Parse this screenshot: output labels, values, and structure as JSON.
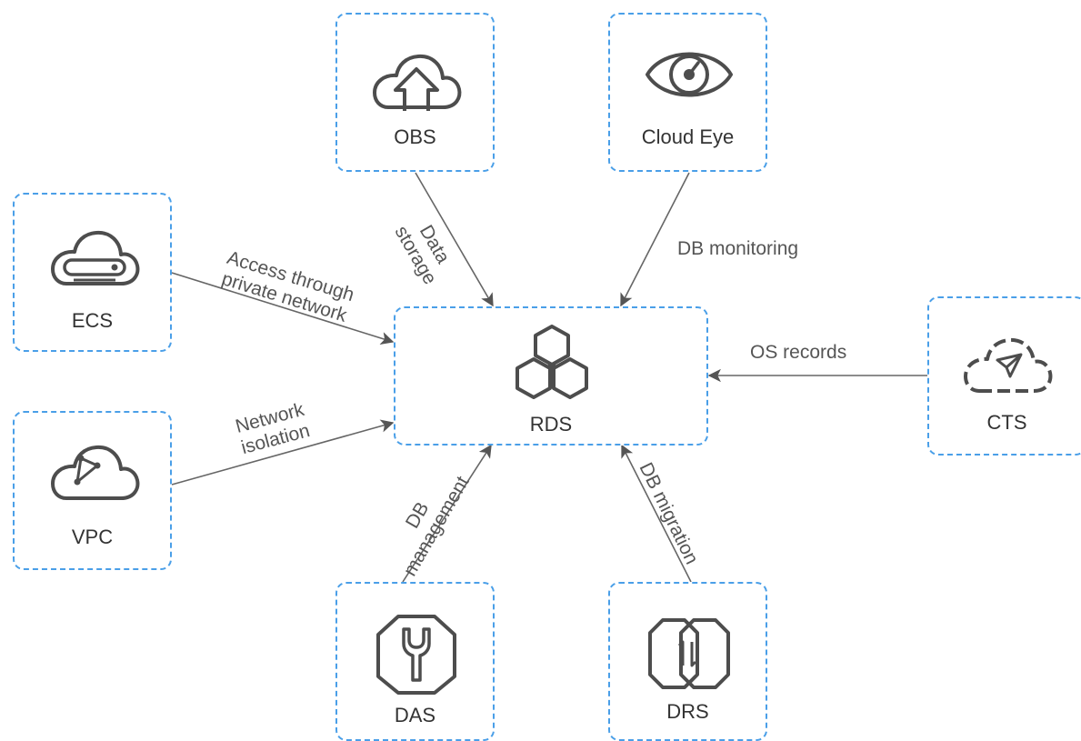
{
  "nodes": {
    "obs": {
      "label": "OBS",
      "icon": "cloud-upload-icon"
    },
    "cloud_eye": {
      "label": "Cloud Eye",
      "icon": "eye-icon"
    },
    "ecs": {
      "label": "ECS",
      "icon": "cloud-server-icon"
    },
    "rds": {
      "label": "RDS",
      "icon": "hexagon-cluster-icon"
    },
    "cts": {
      "label": "CTS",
      "icon": "cloud-send-icon"
    },
    "vpc": {
      "label": "VPC",
      "icon": "cloud-network-icon"
    },
    "das": {
      "label": "DAS",
      "icon": "wrench-icon"
    },
    "drs": {
      "label": "DRS",
      "icon": "migration-icon"
    }
  },
  "edges": {
    "obs_rds": {
      "line1": "Data",
      "line2": "storage"
    },
    "cloud_eye_rds": {
      "line1": "DB monitoring"
    },
    "ecs_rds": {
      "line1": "Access through",
      "line2": "private network"
    },
    "cts_rds": {
      "line1": "OS records"
    },
    "vpc_rds": {
      "line1": "Network",
      "line2": "isolation"
    },
    "das_rds": {
      "line1": "DB",
      "line2": "management"
    },
    "drs_rds": {
      "line1": "DB migration"
    }
  },
  "colors": {
    "border": "#4a9fe8",
    "line": "#555555",
    "icon": "#4d4d4d",
    "text": "#333333"
  }
}
